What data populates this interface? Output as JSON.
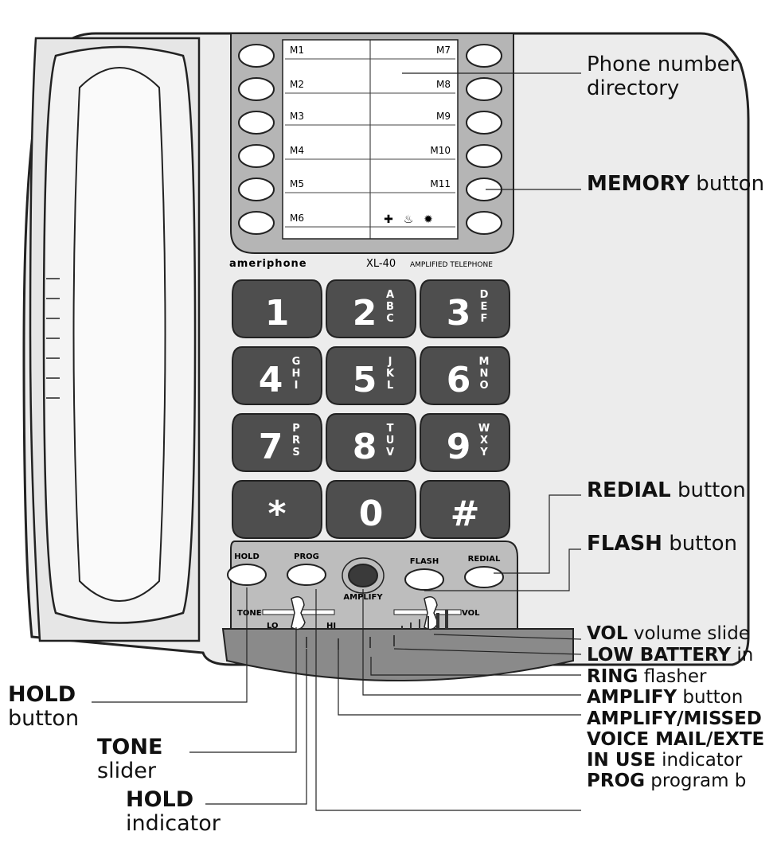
{
  "brand": "ameriphone",
  "model_number": "XL-40",
  "model_desc": "AMPLIFIED TELEPHONE",
  "memory_labels_left": [
    "M1",
    "M2",
    "M3",
    "M4",
    "M5",
    "M6"
  ],
  "memory_labels_right": [
    "M7",
    "M8",
    "M9",
    "M10",
    "M11"
  ],
  "emergency_icons": [
    "cross-icon",
    "flame-icon",
    "shield-icon"
  ],
  "keys": [
    {
      "digit": "1",
      "letters": ""
    },
    {
      "digit": "2",
      "letters": "ABC"
    },
    {
      "digit": "3",
      "letters": "DEF"
    },
    {
      "digit": "4",
      "letters": "GHI"
    },
    {
      "digit": "5",
      "letters": "JKL"
    },
    {
      "digit": "6",
      "letters": "MNO"
    },
    {
      "digit": "7",
      "letters": "PRS"
    },
    {
      "digit": "8",
      "letters": "TUV"
    },
    {
      "digit": "9",
      "letters": "WXY"
    },
    {
      "digit": "*",
      "letters": ""
    },
    {
      "digit": "0",
      "letters": ""
    },
    {
      "digit": "#",
      "letters": ""
    }
  ],
  "panel": {
    "hold": "HOLD",
    "prog": "PROG",
    "amplify": "AMPLIFY",
    "flash": "FLASH",
    "redial": "REDIAL",
    "tone": "TONE",
    "lo": "LO",
    "hi": "HI",
    "vol": "VOL"
  },
  "callouts_right": [
    {
      "bold": "",
      "text": "Phone number\ndirectory"
    },
    {
      "bold": "MEMORY",
      "text": " button"
    },
    {
      "bold": "REDIAL",
      "text": " button"
    },
    {
      "bold": "FLASH",
      "text": " button"
    },
    {
      "bold": "VOL",
      "text": " volume slide"
    },
    {
      "bold": "LOW BATTERY",
      "text": " in"
    },
    {
      "bold": "RING",
      "text": " flasher"
    },
    {
      "bold": "AMPLIFY",
      "text": " button"
    },
    {
      "bold": "AMPLIFY/MISSED",
      "text": ""
    },
    {
      "bold": "VOICE MAIL/EXTE",
      "text": ""
    },
    {
      "bold": "IN USE",
      "text": " indicator"
    },
    {
      "bold": "PROG",
      "text": " program b"
    }
  ],
  "callouts_left": [
    {
      "bold": "HOLD",
      "text": "button"
    },
    {
      "bold": "TONE",
      "text": "slider"
    },
    {
      "bold": "HOLD",
      "text": "indicator"
    }
  ]
}
